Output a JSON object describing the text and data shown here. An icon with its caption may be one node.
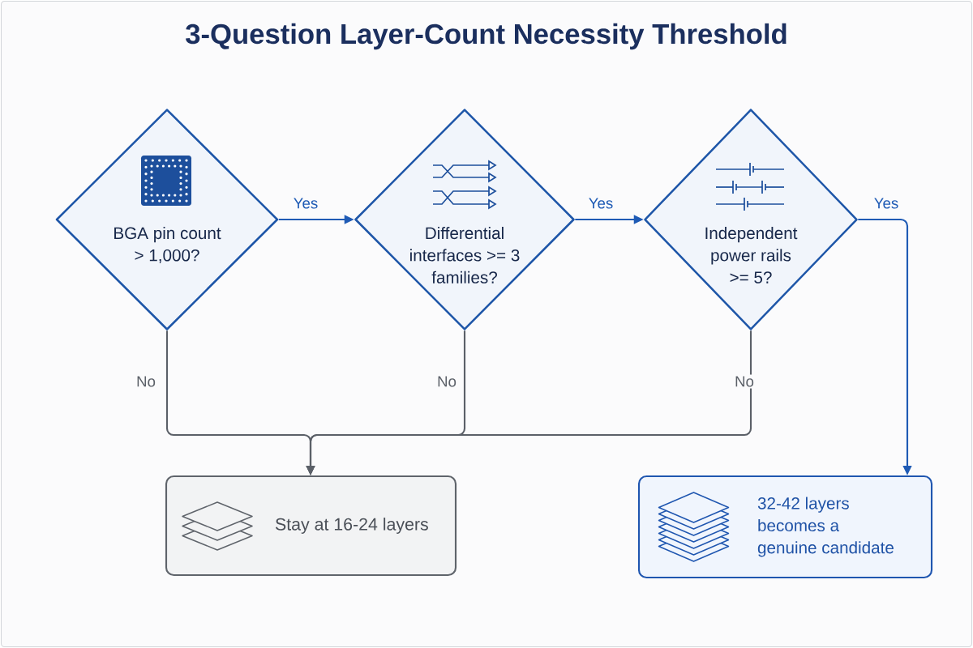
{
  "diagram": {
    "title": "3-Question Layer-Count Necessity Threshold",
    "nodes": [
      {
        "text": [
          "BGA pin count > 1,000?"
        ]
      },
      {
        "text": [
          "Differential interfaces >= 3 families?"
        ]
      },
      {
        "text": [
          "Independent power rails >= 5?"
        ]
      },
      {
        "text": [
          "Stay at 16-24 layers"
        ]
      },
      {
        "text": [
          "32-42 layers becomes a genuine candidate"
        ]
      }
    ],
    "edges": [
      {
        "from": 0,
        "to": 1,
        "arrow": "to",
        "label": "Yes",
        "color": "#1f5bb5"
      },
      {
        "from": 1,
        "to": 2,
        "arrow": "to",
        "label": "Yes",
        "color": "#1f5bb5"
      },
      {
        "from": 2,
        "to": 4,
        "arrow": "to",
        "label": "Yes",
        "color": "#1f5bb5"
      },
      {
        "from": 0,
        "to": 3,
        "arrow": "to",
        "label": "No",
        "color": "#5b6068"
      },
      {
        "from": 1,
        "to": 3,
        "arrow": "to",
        "label": "No",
        "color": "#5b6068"
      },
      {
        "from": 2,
        "to": 3,
        "arrow": "to",
        "label": "No",
        "color": "#5b6068"
      }
    ]
  }
}
